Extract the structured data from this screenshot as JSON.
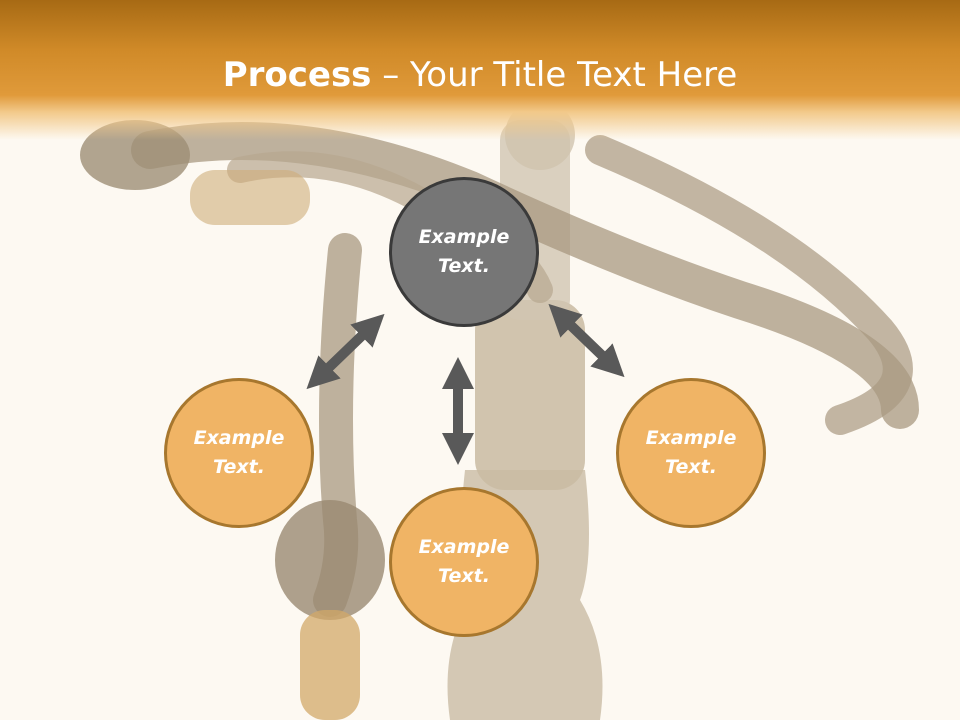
{
  "title": {
    "bold": "Process",
    "rest": " – Your Title Text Here"
  },
  "nodes": {
    "top": "Example Text.",
    "left": "Example Text.",
    "bottom": "Example Text.",
    "right": "Example Text."
  },
  "colors": {
    "header": "#d08a28",
    "node_gray": "#767676",
    "node_orange": "#f0b465",
    "arrow": "#595959",
    "background": "#fdf9f2"
  },
  "icons": {
    "background_image": "hookah-illustration"
  }
}
